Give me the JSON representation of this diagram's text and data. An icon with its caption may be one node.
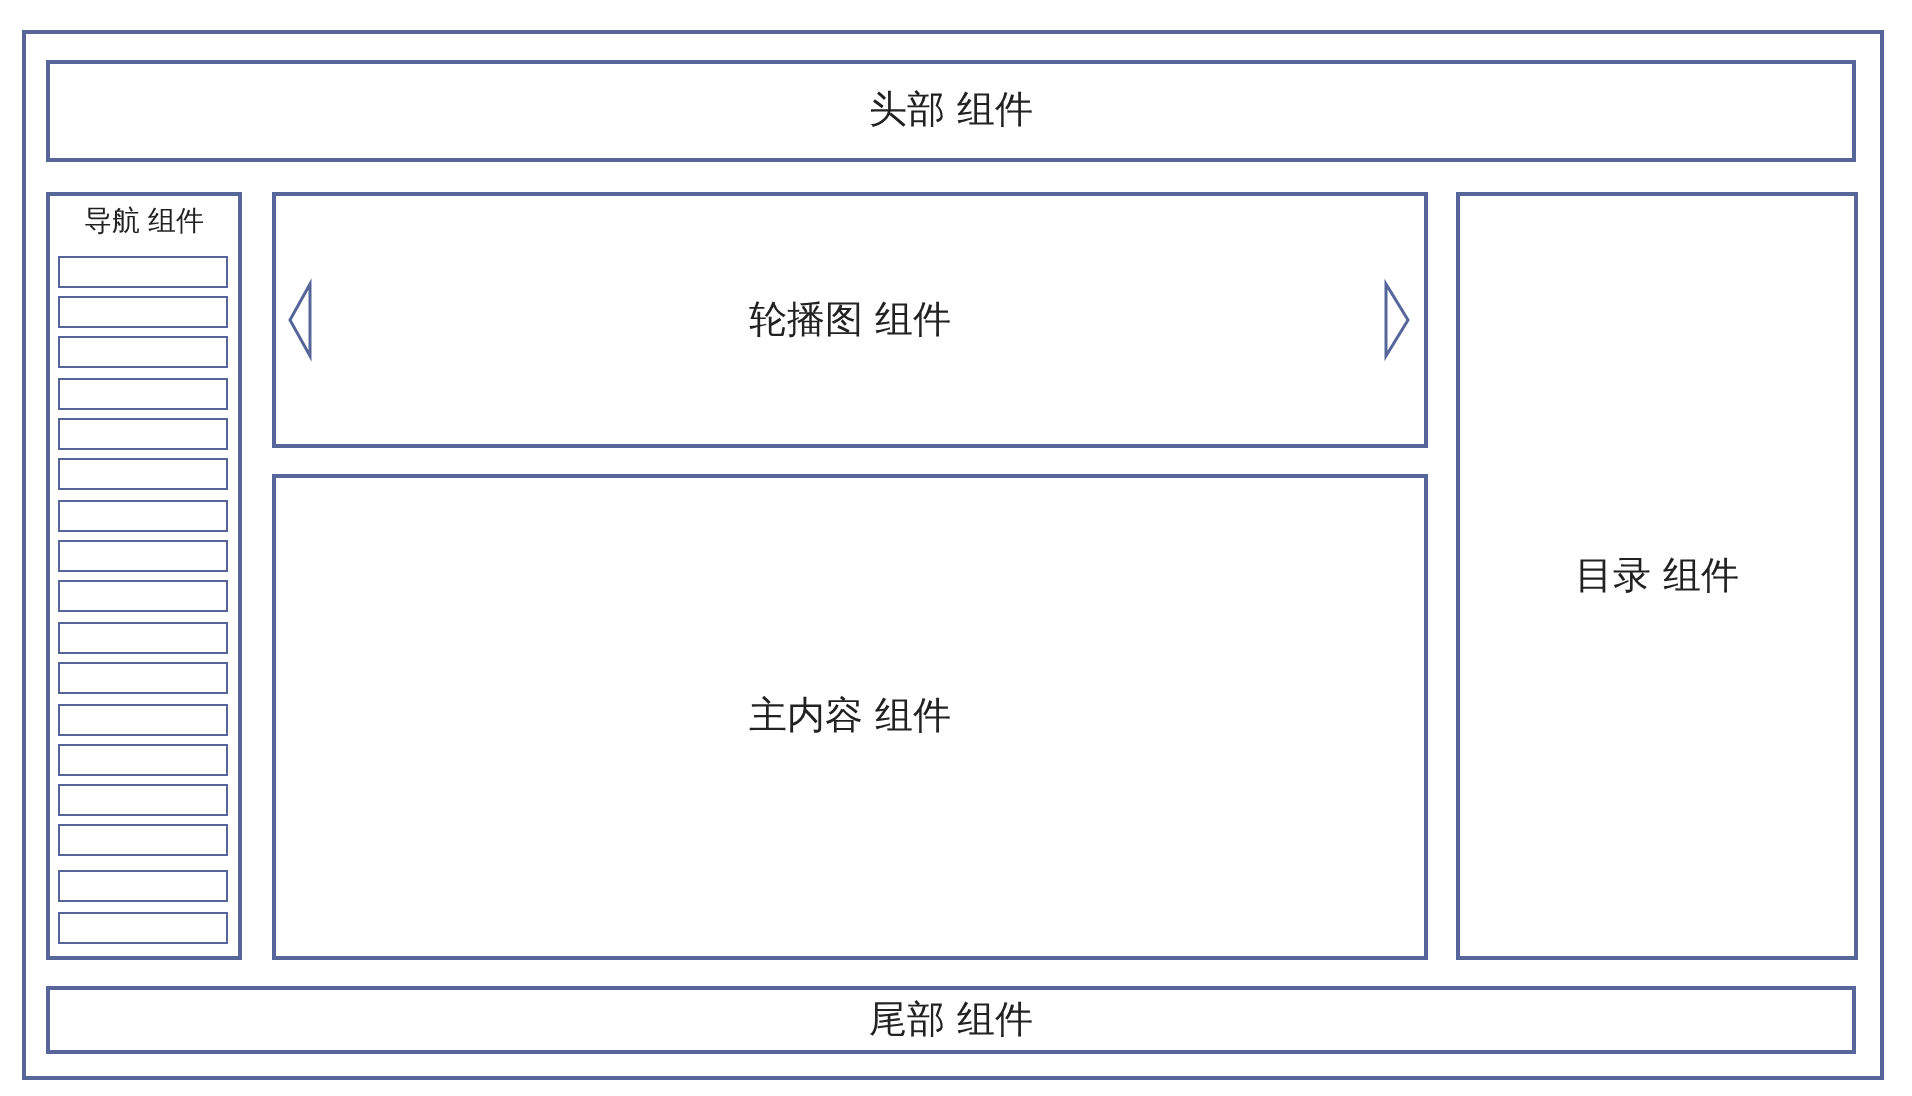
{
  "diagram": {
    "nodes": [
      {
        "text": [],
        "shape": "box"
      },
      {
        "text": [
          "头部 组件"
        ],
        "in": 0
      },
      {
        "text": [
          "导航 组件"
        ],
        "in": 0
      },
      {
        "text": [],
        "shape": "box",
        "in": 2
      },
      {
        "text": [],
        "shape": "box",
        "in": 2
      },
      {
        "text": [],
        "shape": "box",
        "in": 2
      },
      {
        "text": [],
        "shape": "box",
        "in": 2
      },
      {
        "text": [],
        "shape": "box",
        "in": 2
      },
      {
        "text": [],
        "shape": "box",
        "in": 2
      },
      {
        "text": [],
        "shape": "box",
        "in": 2
      },
      {
        "text": [],
        "shape": "box",
        "in": 2
      },
      {
        "text": [],
        "shape": "box",
        "in": 2
      },
      {
        "text": [],
        "shape": "box",
        "in": 2
      },
      {
        "text": [],
        "shape": "box",
        "in": 2
      },
      {
        "text": [],
        "shape": "box",
        "in": 2
      },
      {
        "text": [],
        "shape": "box",
        "in": 2
      },
      {
        "text": [],
        "shape": "box",
        "in": 2
      },
      {
        "text": [],
        "shape": "box",
        "in": 2
      },
      {
        "text": [],
        "shape": "box",
        "in": 2
      },
      {
        "text": [],
        "shape": "box",
        "in": 2
      },
      {
        "text": [
          "轮播图 组件"
        ],
        "in": 0
      },
      {
        "text": [
          "目录 组件"
        ],
        "in": 0
      },
      {
        "text": [
          "主内容 组件"
        ],
        "in": 0
      },
      {
        "text": [
          "尾部 组件"
        ],
        "in": 0
      }
    ]
  }
}
